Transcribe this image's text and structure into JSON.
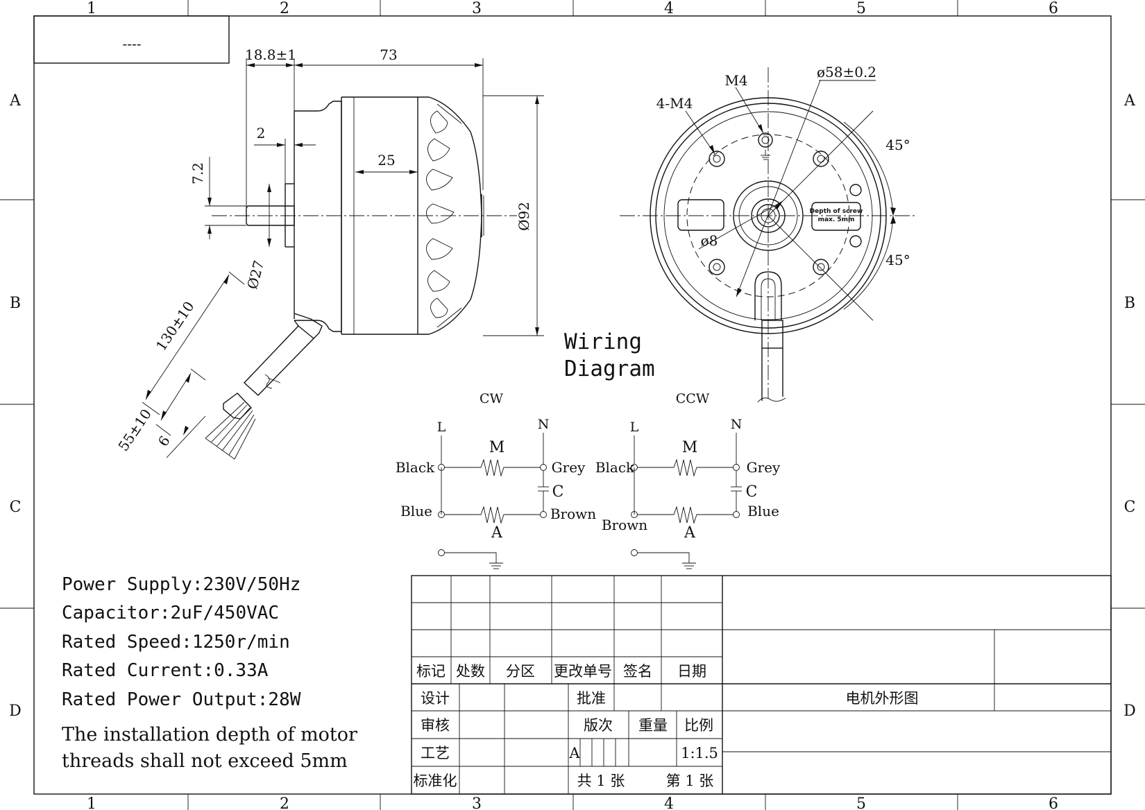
{
  "border": {
    "columns": [
      "1",
      "2",
      "3",
      "4",
      "5",
      "6"
    ],
    "rows": [
      "A",
      "B",
      "C",
      "D"
    ]
  },
  "corner_box_text": "----",
  "side_view": {
    "dim_shaft_offset": "18.8±1",
    "dim_body_length": "73",
    "dim_step": "2",
    "dim_shaft_dia": "7.2",
    "dim_width": "25",
    "dim_outer_dia": "Ø92",
    "dim_boss_dia": "Ø27",
    "dim_lead_length": "130±10",
    "dim_strip_length": "55±10",
    "dim_tip": "6"
  },
  "front_view": {
    "label_screw_4": "4-M4",
    "label_screw_1": "M4",
    "dim_bolt_circle": "ø58±0.2",
    "angle_top": "45°",
    "angle_bottom": "45°",
    "dim_hole": "ø8",
    "depth_label_1": "Depth of screw",
    "depth_label_2": "max. 5mm"
  },
  "wiring": {
    "title_line1": "Wiring",
    "title_line2": "Diagram",
    "cw": {
      "label": "CW",
      "L": "L",
      "N": "N",
      "M": "M",
      "A": "A",
      "C": "C",
      "wire_left_top": "Black",
      "wire_right_top": "Grey",
      "wire_left_bottom": "Blue",
      "wire_right_bottom": "Brown"
    },
    "ccw": {
      "label": "CCW",
      "L": "L",
      "N": "N",
      "M": "M",
      "A": "A",
      "C": "C",
      "wire_left_top": "Black",
      "wire_right_top": "Grey",
      "wire_left_bottom": "Brown",
      "wire_right_bottom": "Blue"
    }
  },
  "specs": [
    "Power Supply:230V/50Hz",
    "Capacitor:2uF/450VAC",
    "Rated Speed:1250r/min",
    "Rated Current:0.33A",
    "Rated Power Output:28W"
  ],
  "note": {
    "line1": "The installation depth of motor",
    "line2": "threads shall not exceed 5mm"
  },
  "title_block": {
    "hdr_mark": "标记",
    "hdr_count": "处数",
    "hdr_zone": "分区",
    "hdr_change": "更改单号",
    "hdr_sign": "签名",
    "hdr_date": "日期",
    "design": "设计",
    "approve": "批准",
    "review": "审核",
    "version": "版次",
    "weight": "重量",
    "scale": "比例",
    "process": "工艺",
    "version_value": "A",
    "scale_value": "1:1.5",
    "standard": "标准化",
    "sheets_total": "共 1 张",
    "sheet_no": "第 1 张",
    "drawing_title": "电机外形图"
  }
}
